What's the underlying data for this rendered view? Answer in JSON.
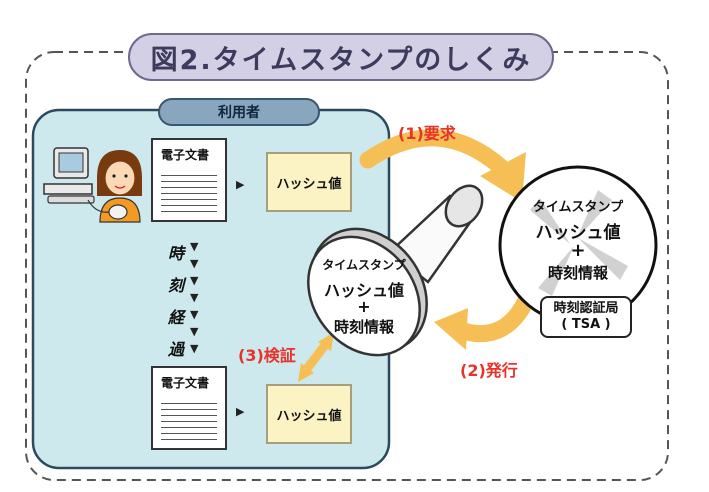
{
  "title": "図2.タイムスタンプのしくみ",
  "user_label": "利用者",
  "document_label": "電子文書",
  "hash_label": "ハッシュ値",
  "elapsed_time_chars": [
    "時",
    "刻",
    "経",
    "過"
  ],
  "steps": {
    "request": "(1)要求",
    "issue": "(2)発行",
    "verify": "(3)検証"
  },
  "tsa": {
    "title": "タイムスタンプ",
    "hash": "ハッシュ値",
    "plus": "+",
    "time_info": "時刻情報",
    "authority_name": "時刻認証局",
    "authority_abbr": "( TSA )"
  },
  "stamp": {
    "title": "タイムスタンプ",
    "hash": "ハッシュ値",
    "plus": "+",
    "time_info": "時刻情報"
  },
  "icons": [
    "computer-icon",
    "person-icon",
    "mouse-icon",
    "stamp-icon",
    "clock-icon"
  ],
  "colors": {
    "title_fill": "#d3d0e6",
    "user_area_fill": "#cde9ee",
    "user_pill_fill": "#88a6bd",
    "hash_fill": "#fbf3c3",
    "arrow_orange": "#f5bf55",
    "step_red": "#e8322a"
  }
}
